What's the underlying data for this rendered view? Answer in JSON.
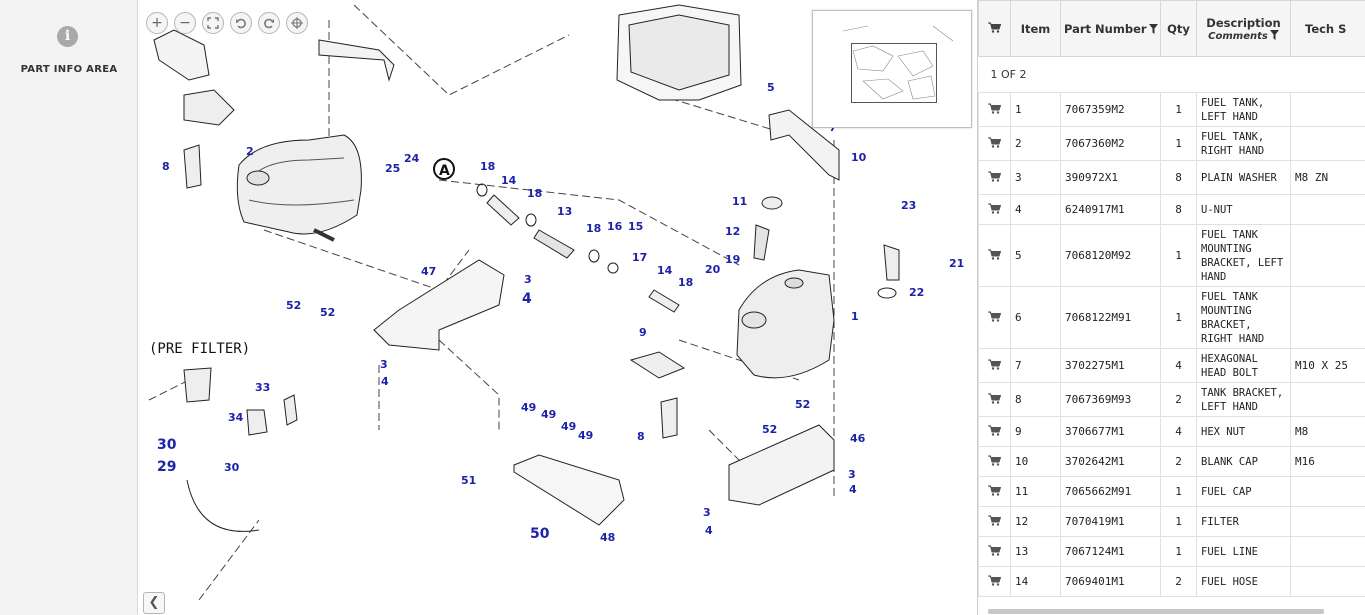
{
  "info_panel": {
    "icon": "info-icon",
    "label": "PART INFO AREA"
  },
  "toolbar": {
    "zoom_in": "+",
    "zoom_out": "−",
    "icons": [
      "zoom-in-icon",
      "zoom-out-icon",
      "fit-screen-icon",
      "rotate-left-icon",
      "rotate-right-icon",
      "crosshair-icon"
    ]
  },
  "diagram": {
    "pre_filter_label": "(PRE FILTER)",
    "section_marker": "A",
    "callouts": [
      "2",
      "8",
      "25",
      "24",
      "18",
      "14",
      "18",
      "13",
      "18",
      "16",
      "15",
      "17",
      "14",
      "18",
      "20",
      "19",
      "11",
      "12",
      "5",
      "7",
      "10",
      "23",
      "21",
      "22",
      "1",
      "47",
      "3",
      "4",
      "52",
      "52",
      "9",
      "8",
      "52",
      "52",
      "3",
      "4",
      "33",
      "34",
      "30",
      "29",
      "30",
      "49",
      "49",
      "49",
      "49",
      "51",
      "50",
      "48",
      "46",
      "3",
      "4",
      "3",
      "4"
    ]
  },
  "table": {
    "headers": {
      "cart": "",
      "item": "Item",
      "part_number": "Part Number",
      "qty": "Qty",
      "description": "Description",
      "comments": "Comments",
      "tech": "Tech S"
    },
    "pager": "1 OF 2",
    "rows": [
      {
        "item": "1",
        "part": "7067359M2",
        "qty": "1",
        "desc": "FUEL TANK, LEFT HAND",
        "tech": ""
      },
      {
        "item": "2",
        "part": "7067360M2",
        "qty": "1",
        "desc": "FUEL TANK, RIGHT HAND",
        "tech": ""
      },
      {
        "item": "3",
        "part": "390972X1",
        "qty": "8",
        "desc": "PLAIN WASHER",
        "tech": "M8 ZN"
      },
      {
        "item": "4",
        "part": "6240917M1",
        "qty": "8",
        "desc": "U-NUT",
        "tech": ""
      },
      {
        "item": "5",
        "part": "7068120M92",
        "qty": "1",
        "desc": "FUEL TANK MOUNTING BRACKET, LEFT HAND",
        "tech": ""
      },
      {
        "item": "6",
        "part": "7068122M91",
        "qty": "1",
        "desc": "FUEL TANK MOUNTING BRACKET, RIGHT HAND",
        "tech": ""
      },
      {
        "item": "7",
        "part": "3702275M1",
        "qty": "4",
        "desc": "HEXAGONAL HEAD BOLT",
        "tech": "M10 X 25"
      },
      {
        "item": "8",
        "part": "7067369M93",
        "qty": "2",
        "desc": "TANK BRACKET, LEFT HAND",
        "tech": ""
      },
      {
        "item": "9",
        "part": "3706677M1",
        "qty": "4",
        "desc": "HEX NUT",
        "tech": "M8"
      },
      {
        "item": "10",
        "part": "3702642M1",
        "qty": "2",
        "desc": "BLANK CAP",
        "tech": "M16"
      },
      {
        "item": "11",
        "part": "7065662M91",
        "qty": "1",
        "desc": "FUEL CAP",
        "tech": ""
      },
      {
        "item": "12",
        "part": "7070419M1",
        "qty": "1",
        "desc": "FILTER",
        "tech": ""
      },
      {
        "item": "13",
        "part": "7067124M1",
        "qty": "1",
        "desc": "FUEL LINE",
        "tech": ""
      },
      {
        "item": "14",
        "part": "7069401M1",
        "qty": "2",
        "desc": "FUEL HOSE",
        "tech": ""
      }
    ]
  },
  "colors": {
    "callout": "#1d23a8",
    "header_bg": "#f5f5f5",
    "panel_bg": "#f3f3f3"
  }
}
